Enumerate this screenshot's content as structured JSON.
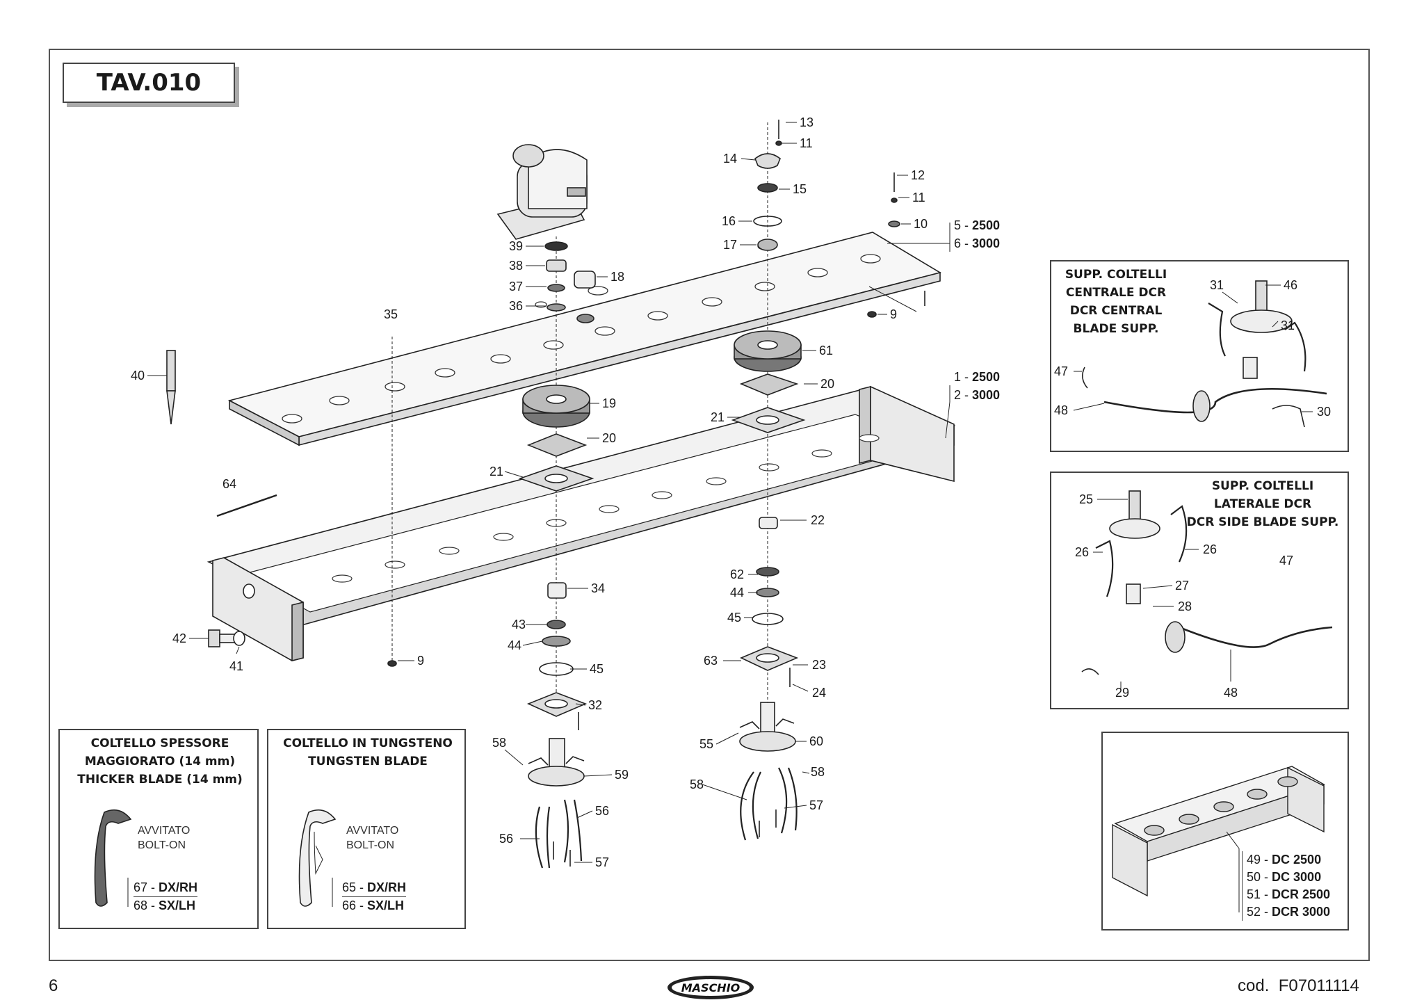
{
  "title": "TAV.010",
  "page_number": "6",
  "code_label": "cod.",
  "code_value": "F07011114",
  "brand": "MASCHIO",
  "callouts": {
    "c13": "13",
    "c11a": "11",
    "c14": "14",
    "c15": "15",
    "c12": "12",
    "c11b": "11",
    "c16": "16",
    "c10": "10",
    "c17": "17",
    "c39": "39",
    "c38": "38",
    "c37": "37",
    "c18": "18",
    "c36": "36",
    "c35": "35",
    "c9a": "9",
    "c61": "61",
    "c40": "40",
    "c20a": "20",
    "c19": "19",
    "c21a": "21",
    "c20b": "20",
    "c21b": "21",
    "c64": "64",
    "c22": "22",
    "c62": "62",
    "c34": "34",
    "c44a": "44",
    "c45a": "45",
    "c43": "43",
    "c42": "42",
    "c41": "41",
    "c9b": "9",
    "c44b": "44",
    "c45b": "45",
    "c63": "63",
    "c23": "23",
    "c24": "24",
    "c32": "32",
    "c55": "55",
    "c60": "60",
    "c58a": "58",
    "c59": "59",
    "c58b": "58",
    "c58c": "58",
    "c56a": "56",
    "c57a": "57",
    "c56b": "56",
    "c57b": "57"
  },
  "variants": {
    "top_plate": [
      {
        "num": "5",
        "model": "2500"
      },
      {
        "num": "6",
        "model": "3000"
      }
    ],
    "frame": [
      {
        "num": "1",
        "model": "2500"
      },
      {
        "num": "2",
        "model": "3000"
      }
    ]
  },
  "panel_central": {
    "title_lines": [
      "SUPP. COLTELLI",
      "CENTRALE DCR",
      "DCR CENTRAL",
      "BLADE SUPP."
    ],
    "callouts": {
      "c31a": "31",
      "c46": "46",
      "c31b": "31",
      "c47": "47",
      "c48": "48",
      "c30": "30"
    }
  },
  "panel_side": {
    "title_lines": [
      "SUPP. COLTELLI",
      "LATERALE DCR",
      "DCR SIDE BLADE SUPP."
    ],
    "callouts": {
      "c25": "25",
      "c26a": "26",
      "c26b": "26",
      "c47": "47",
      "c27": "27",
      "c28": "28",
      "c29": "29",
      "c48": "48"
    }
  },
  "panel_assembly": {
    "items": [
      {
        "num": "49",
        "model": "DC 2500"
      },
      {
        "num": "50",
        "model": "DC 3000"
      },
      {
        "num": "51",
        "model": "DCR 2500"
      },
      {
        "num": "52",
        "model": "DCR 3000"
      }
    ]
  },
  "panel_thick": {
    "title_lines": [
      "COLTELLO SPESSORE",
      "MAGGIORATO (14 mm)",
      "THICKER BLADE (14 mm)"
    ],
    "note_lines": [
      "AVVITATO",
      "BOLT-ON"
    ],
    "items": [
      {
        "num": "67",
        "side": "DX/RH"
      },
      {
        "num": "68",
        "side": "SX/LH"
      }
    ]
  },
  "panel_tungsten": {
    "title_lines": [
      "COLTELLO IN TUNGSTENO",
      "TUNGSTEN BLADE"
    ],
    "note_lines": [
      "AVVITATO",
      "BOLT-ON"
    ],
    "items": [
      {
        "num": "65",
        "side": "DX/RH"
      },
      {
        "num": "66",
        "side": "SX/LH"
      }
    ]
  }
}
